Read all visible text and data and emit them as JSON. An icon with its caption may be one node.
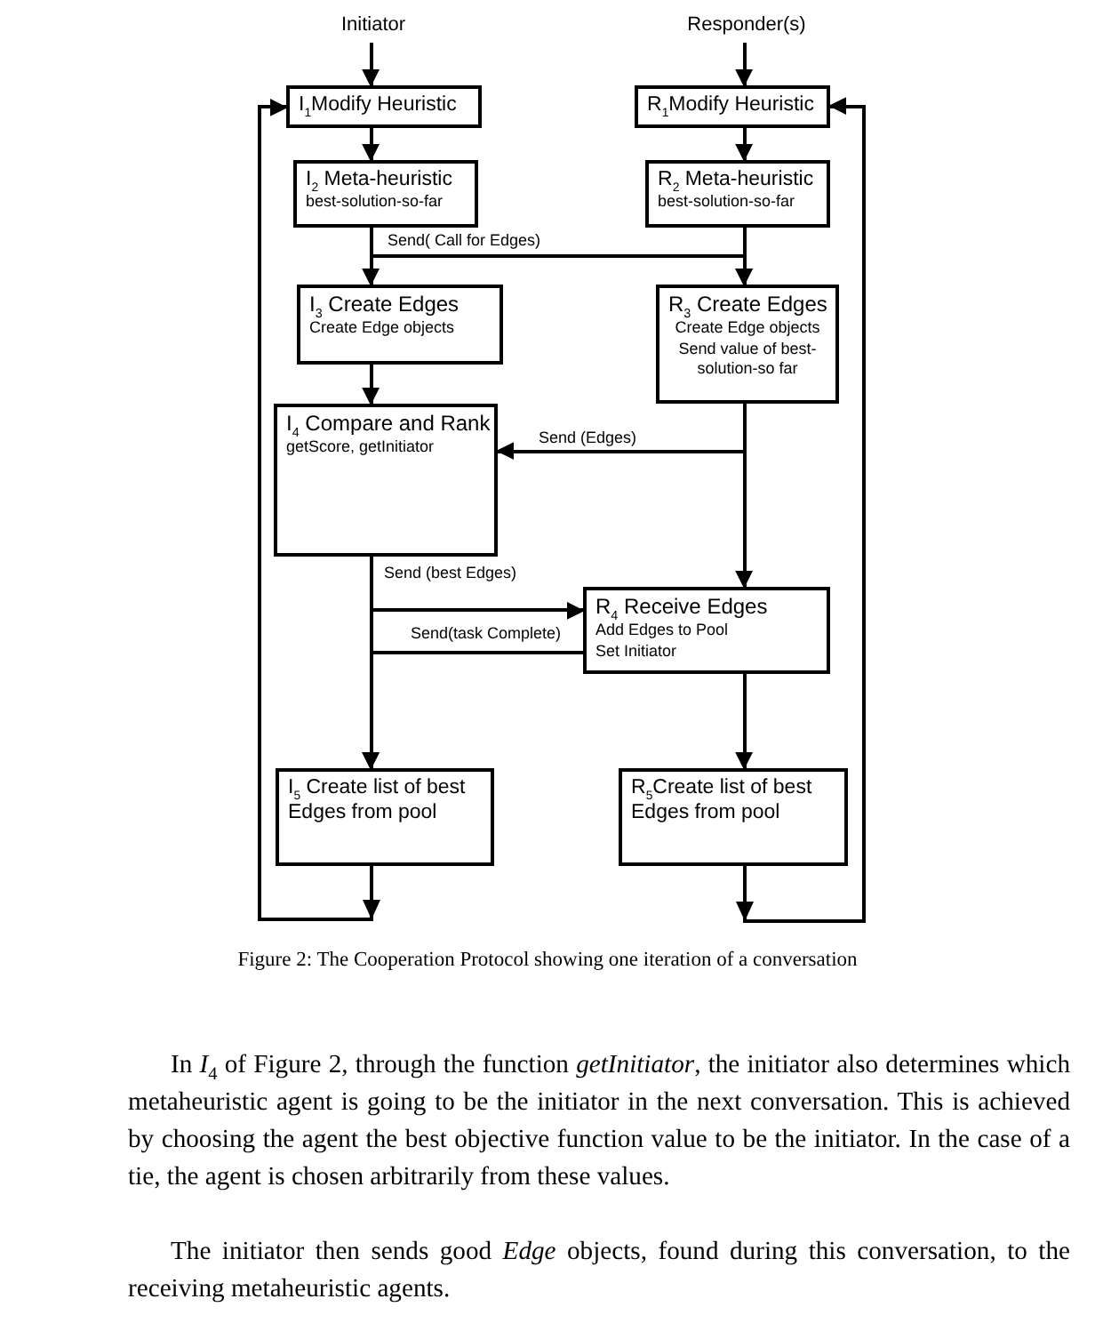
{
  "diagram": {
    "caption": "Figure 2: The Cooperation Protocol showing one iteration of a conversation",
    "nodes": [
      {
        "text": [
          "Initiator"
        ]
      },
      {
        "text": [
          "Responder(s)"
        ]
      },
      {
        "text": [
          "I$_{1}$Modify Heuristic"
        ]
      },
      {
        "text": [
          "R$_{1}$Modify Heuristic"
        ]
      },
      {
        "text": [
          "I$_{2}$ Meta-heuristic",
          "best-solution-so-far"
        ]
      },
      {
        "text": [
          "R$_{2}$ Meta-heuristic",
          "best-solution-so-far"
        ]
      },
      {
        "text": [
          "I$_{3}$ Create Edges",
          "Create Edge objects"
        ]
      },
      {
        "text": [
          "R$_{3}$ Create Edges",
          "Create Edge objects",
          "Send value of best-solution-so far"
        ]
      },
      {
        "text": [
          "I$_{4}$ Compare and Rank",
          "getScore, getInitiator"
        ]
      },
      {
        "text": [
          "R$_{4}$ Receive Edges",
          "Add Edges to Pool",
          "Set Initiator"
        ]
      },
      {
        "text": [
          "I$_{5}$ Create list of best Edges from pool"
        ]
      },
      {
        "text": [
          "R$_{5}$Create list of best Edges from pool"
        ]
      }
    ],
    "edges": [
      {
        "from": 0,
        "to": 2,
        "arrow": "to"
      },
      {
        "from": 1,
        "to": 3,
        "arrow": "to"
      },
      {
        "from": 2,
        "to": 4,
        "arrow": "to"
      },
      {
        "from": 3,
        "to": 5,
        "arrow": "to"
      },
      {
        "from": 4,
        "to": 6,
        "arrow": "to"
      },
      {
        "from": 5,
        "to": 7,
        "arrow": "to"
      },
      {
        "from": 4,
        "to": 7,
        "arrow": "to",
        "label": "Send( Call for Edges)"
      },
      {
        "from": 6,
        "to": 8,
        "arrow": "to"
      },
      {
        "from": 7,
        "to": 8,
        "arrow": "to",
        "label": "Send (Edges)"
      },
      {
        "from": 7,
        "to": 9,
        "arrow": "to"
      },
      {
        "from": 8,
        "to": 9,
        "arrow": "to",
        "label": "Send (best Edges)"
      },
      {
        "from": 9,
        "to": 10,
        "arrow": "to",
        "label": "Send(task Complete)"
      },
      {
        "from": 8,
        "to": 10,
        "arrow": "to"
      },
      {
        "from": 9,
        "to": 11,
        "arrow": "to"
      },
      {
        "from": 10,
        "to": 2,
        "arrow": "to"
      },
      {
        "from": 11,
        "to": 3,
        "arrow": "to"
      }
    ],
    "labels": [
      "In *I*$_{4}$ of Figure 2, through the function *getInitiator*, the initiator also determines which metaheuristic agent is going to be the initiator in the next conversation. This is achieved by choosing the agent the best objective function value to be the initiator. In the case of a tie, the agent is chosen arbitrarily from these values.",
      "The initiator then sends good *Edge* objects, found during this conversation, to the receiving metaheuristic agents."
    ]
  }
}
